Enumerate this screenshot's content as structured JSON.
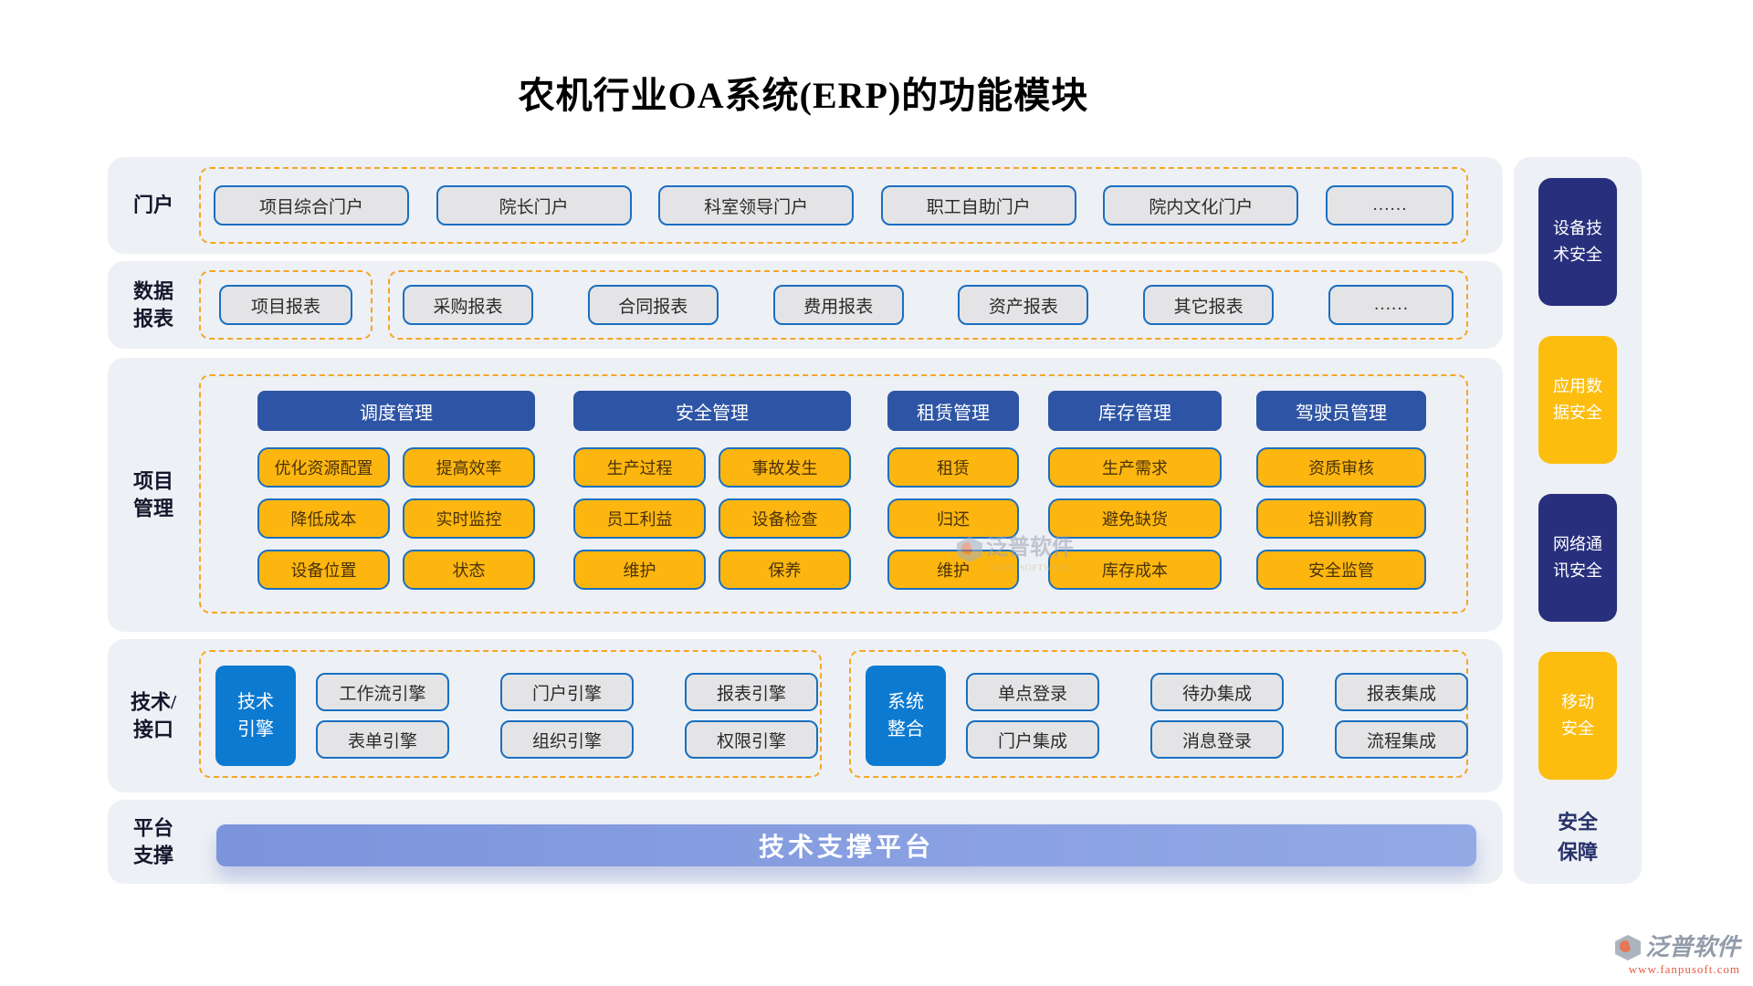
{
  "title": "农机行业OA系统(ERP)的功能模块",
  "rows": {
    "portal": {
      "label": "门户",
      "items": [
        "项目综合门户",
        "院长门户",
        "科室领导门户",
        "职工自助门户",
        "院内文化门户",
        "……"
      ]
    },
    "reports": {
      "label": "数据\n报表",
      "primary": [
        "项目报表"
      ],
      "others": [
        "采购报表",
        "合同报表",
        "费用报表",
        "资产报表",
        "其它报表",
        "……"
      ]
    },
    "project": {
      "label": "项目\n管理",
      "columns": [
        {
          "header": "调度管理",
          "items": [
            "优化资源配置",
            "提高效率",
            "降低成本",
            "实时监控",
            "设备位置",
            "状态"
          ]
        },
        {
          "header": "安全管理",
          "items": [
            "生产过程",
            "事故发生",
            "员工利益",
            "设备检查",
            "维护",
            "保养"
          ]
        },
        {
          "header": "租赁管理",
          "items": [
            "租赁",
            "归还",
            "维护"
          ]
        },
        {
          "header": "库存管理",
          "items": [
            "生产需求",
            "避免缺货",
            "库存成本"
          ]
        },
        {
          "header": "驾驶员管理",
          "items": [
            "资质审核",
            "培训教育",
            "安全监管"
          ]
        }
      ]
    },
    "tech": {
      "label": "技术/\n接口",
      "groups": [
        {
          "badge": "技术\n引擎",
          "items": [
            "工作流引擎",
            "门户引擎",
            "报表引擎",
            "表单引擎",
            "组织引擎",
            "权限引擎"
          ]
        },
        {
          "badge": "系统\n整合",
          "items": [
            "单点登录",
            "待办集成",
            "报表集成",
            "门户集成",
            "消息登录",
            "流程集成"
          ]
        }
      ]
    },
    "platform": {
      "label": "平台\n支撑",
      "bar": "技术支撑平台"
    }
  },
  "security": {
    "items": [
      "设备技\n术安全",
      "应用数\n据安全",
      "网络通\n讯安全",
      "移动\n安全"
    ],
    "footer_label": "安全\n保障"
  },
  "brand": {
    "name": "泛普软件",
    "name_en": "FANPU SOFTWARE",
    "url": "www.fanpusoft.com"
  },
  "colors": {
    "panel_bg": "#EDF0F5",
    "dashed_orange": "#F5A623",
    "box_border_blue": "#1A6FC0",
    "header_blue": "#2E55A5",
    "item_yellow": "#FCB60F",
    "engine_blue": "#0D7AD1",
    "security_navy": "#282F7D",
    "security_yellow": "#FCBD0E",
    "bar_blue_start": "#7C94DC",
    "bar_blue_end": "#93A9E6"
  }
}
